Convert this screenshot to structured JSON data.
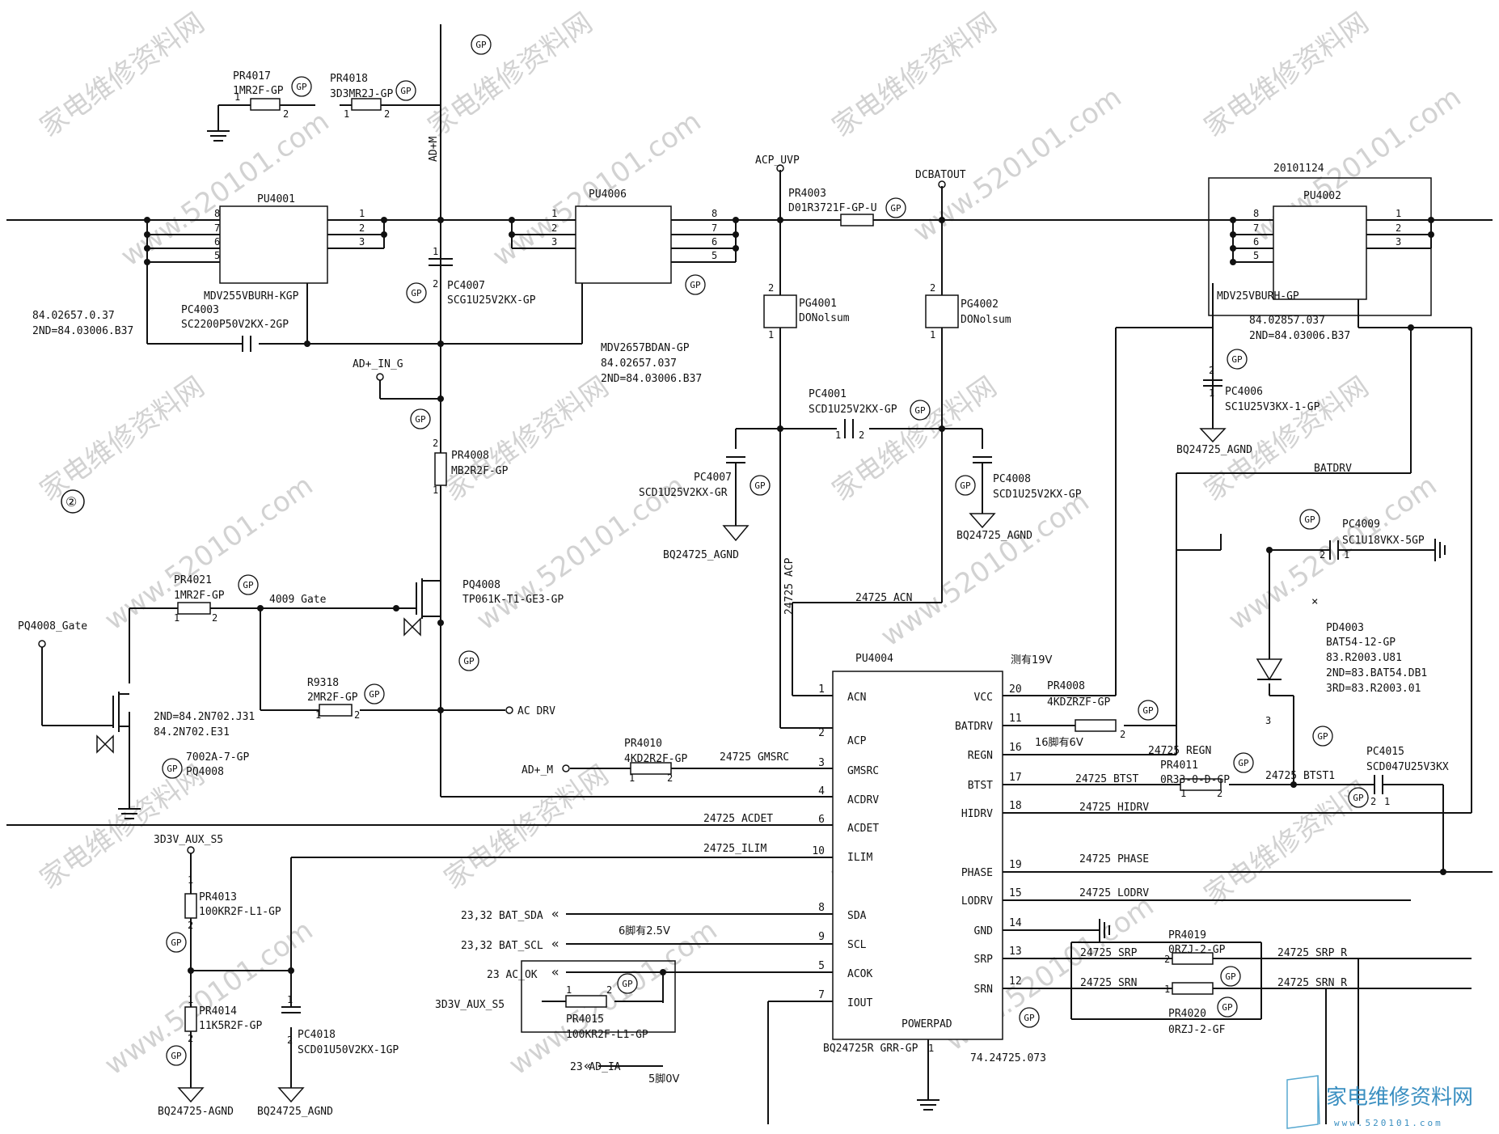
{
  "watermark": {
    "site_cn": "家电维修资料网",
    "site_url": "www.520101.com",
    "logo_cn": "家电维修资料网",
    "logo_url": "www.520101.com"
  },
  "gp": "GP",
  "page_mark": "②",
  "nets": {
    "admu": "AD+M",
    "acp_uvp": "ACP_UVP",
    "dcbatout": "DCBATOUT",
    "ad_in_g": "AD+_IN_G",
    "ad_m": "AD+_M",
    "ac_drv": "AC DRV",
    "gate_4009": "4009 Gate",
    "pq4008_gate": "PQ4008_Gate",
    "aux": "3D3V_AUX_S5",
    "aux2": "3D3V_AUX_S5",
    "agnd": "BQ24725_AGND",
    "agnd_dash": "BQ24725-AGND",
    "batdrv": "BATDRV",
    "sda": "23,32 BAT_SDA",
    "scl": "23,32 BAT_SCL",
    "acok": "23 AC_OK",
    "ad_ia": "23 AD_IA",
    "n_acp": "24725 ACP",
    "n_acn": "24725 ACN",
    "n_gmsrc": "24725 GMSRC",
    "n_acdet": "24725 ACDET",
    "n_ilim": "24725_ILIM",
    "n_regn": "24725 REGN",
    "n_btst": "24725 BTST",
    "n_btst1": "24725 BTST1",
    "n_hidrv": "24725 HIDRV",
    "n_phase": "24725 PHASE",
    "n_lodrv": "24725 LODRV",
    "n_srp": "24725 SRP",
    "n_srn": "24725 SRN",
    "n_srp_r": "24725 SRP R",
    "n_srn_r": "24725 SRN_R"
  },
  "notes": {
    "v19": "测有19V",
    "p16": "16脚有6V",
    "p6": "6脚有2.5V",
    "p5": "5脚0V",
    "date": "20101124"
  },
  "components": {
    "pr4017": {
      "ref": "PR4017",
      "value": "1MR2F-GP"
    },
    "pr4018": {
      "ref": "PR4018",
      "value": "3D3MR2J-GP"
    },
    "pu4001": {
      "ref": "PU4001",
      "value": "MDV255VBURH-KGP"
    },
    "pc4003": {
      "ref": "PC4003",
      "value": "SC2200P50V2KX-2GP"
    },
    "pu4001_pn": {
      "pn": "84.02657.0.37",
      "alt": "2ND=84.03006.B37"
    },
    "pc4007a": {
      "ref": "PC4007",
      "value": "SCG1U25V2KX-GP"
    },
    "pu4006": {
      "ref": "PU4006",
      "value": "MDV2657BDAN-GP",
      "pn": "84.02657.037",
      "alt": "2ND=84.03006.B37"
    },
    "pr4003": {
      "ref": "PR4003",
      "value": "D01R3721F-GP-U"
    },
    "pg4001": {
      "ref": "PG4001",
      "value": "DONolsum"
    },
    "pg4002": {
      "ref": "PG4002",
      "value": "DONolsum"
    },
    "pc4001": {
      "ref": "PC4001",
      "value": "SCD1U25V2KX-GP"
    },
    "pc4007b": {
      "ref": "PC4007",
      "value": "SCD1U25V2KX-GR"
    },
    "pc4008": {
      "ref": "PC4008",
      "value": "SCD1U25V2KX-GP"
    },
    "pu4002": {
      "ref": "PU4002",
      "value": "MDV25VBURH-GP",
      "pn": "84.02857.037",
      "alt": "2ND=84.03006.B37"
    },
    "pc4006": {
      "ref": "PC4006",
      "value": "SC1U25V3KX-1-GP"
    },
    "pr4008a": {
      "ref": "PR4008",
      "value": "MB2R2F-GP"
    },
    "pq4008": {
      "ref": "PQ4008",
      "value": "TP061K-T1-GE3-GP"
    },
    "pr4021": {
      "ref": "PR4021",
      "value": "1MR2F-GP"
    },
    "r9318": {
      "ref": "R9318",
      "value": "2MR2F-GP"
    },
    "pq4008b": {
      "l1": "2ND=84.2N702.J31",
      "l2": "84.2N702.E31",
      "l3": "7002A-7-GP",
      "l4": "PQ4008"
    },
    "pc4009": {
      "ref": "PC4009",
      "value": "SC1U18VKX-5GP"
    },
    "pd4003": {
      "ref": "PD4003",
      "value": "BAT54-12-GP",
      "l2": "83.R2003.U81",
      "l3": "2ND=83.BAT54.DB1",
      "l4": "3RD=83.R2003.01"
    },
    "pu4004": {
      "ref": "PU4004",
      "value": "BQ24725R GRR-GP",
      "pn": "74.24725.073",
      "pad": "POWERPAD"
    },
    "pr4008b": {
      "ref": "PR4008",
      "value": "4KDZRZF-GP"
    },
    "pr4010": {
      "ref": "PR4010",
      "value": "4KD2R2F-GP"
    },
    "pr4011": {
      "ref": "PR4011",
      "value": "0R33-0-D-GP"
    },
    "pc4015": {
      "ref": "PC4015",
      "value": "SCD047U25V3KX"
    },
    "pr4019": {
      "ref": "PR4019",
      "value": "0RZJ-2-GP"
    },
    "pr4020": {
      "ref": "PR4020",
      "value": "0RZJ-2-GF"
    },
    "pr4013": {
      "ref": "PR4013",
      "value": "100KR2F-L1-GP"
    },
    "pr4014": {
      "ref": "PR4014",
      "value": "11K5R2F-GP"
    },
    "pc4018": {
      "ref": "PC4018",
      "value": "SCD01U50V2KX-1GP"
    },
    "pr4015": {
      "ref": "PR4015",
      "value": "100KR2F-L1-GP"
    }
  },
  "ic_pins_left": [
    {
      "num": "1",
      "name": "ACN"
    },
    {
      "num": "2",
      "name": "ACP"
    },
    {
      "num": "3",
      "name": "GMSRC"
    },
    {
      "num": "4",
      "name": "ACDRV"
    },
    {
      "num": "6",
      "name": "ACDET"
    },
    {
      "num": "10",
      "name": "ILIM"
    },
    {
      "num": "8",
      "name": "SDA"
    },
    {
      "num": "9",
      "name": "SCL"
    },
    {
      "num": "5",
      "name": "ACOK"
    },
    {
      "num": "7",
      "name": "IOUT"
    }
  ],
  "ic_pins_right": [
    {
      "num": "20",
      "name": "VCC"
    },
    {
      "num": "11",
      "name": "BATDRV"
    },
    {
      "num": "16",
      "name": "REGN"
    },
    {
      "num": "17",
      "name": "BTST"
    },
    {
      "num": "18",
      "name": "HIDRV"
    },
    {
      "num": "19",
      "name": "PHASE"
    },
    {
      "num": "15",
      "name": "LODRV"
    },
    {
      "num": "14",
      "name": "GND"
    },
    {
      "num": "13",
      "name": "SRP"
    },
    {
      "num": "12",
      "name": "SRN"
    }
  ]
}
